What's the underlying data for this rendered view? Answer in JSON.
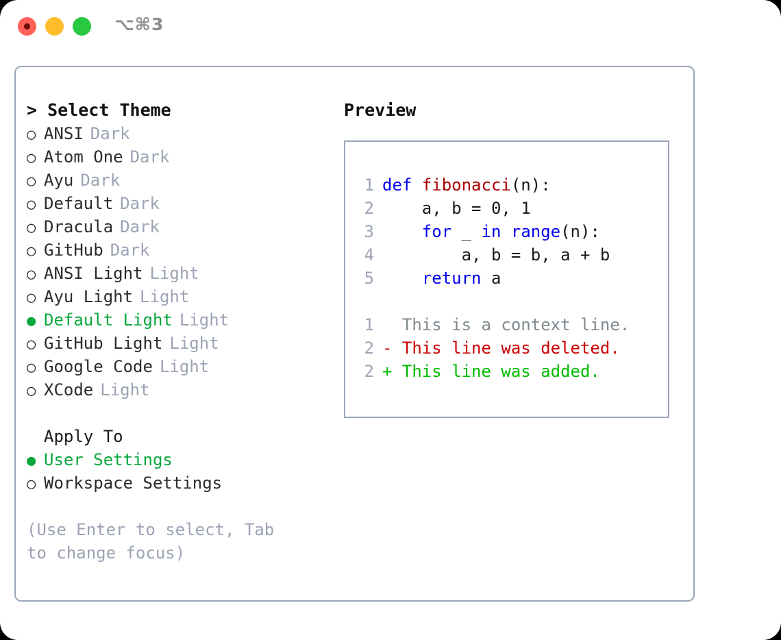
{
  "titlebar": {
    "lights": [
      {
        "name": "close-button",
        "color": "#ff6058"
      },
      {
        "name": "minimize-button",
        "color": "#ffbd2e"
      },
      {
        "name": "maximize-button",
        "color": "#28c840"
      }
    ],
    "shortcut": "⌥⌘3"
  },
  "left": {
    "title": "> Select Theme",
    "selection_marker": "●",
    "unselected_marker": "○",
    "themes": [
      {
        "name": "ANSI",
        "tag": "Dark",
        "selected": false
      },
      {
        "name": "Atom One",
        "tag": "Dark",
        "selected": false
      },
      {
        "name": "Ayu",
        "tag": "Dark",
        "selected": false
      },
      {
        "name": "Default",
        "tag": "Dark",
        "selected": false
      },
      {
        "name": "Dracula",
        "tag": "Dark",
        "selected": false
      },
      {
        "name": "GitHub",
        "tag": "Dark",
        "selected": false
      },
      {
        "name": "ANSI Light",
        "tag": "Light",
        "selected": false
      },
      {
        "name": "Ayu Light",
        "tag": "Light",
        "selected": false
      },
      {
        "name": "Default Light",
        "tag": "Light",
        "selected": true
      },
      {
        "name": "GitHub Light",
        "tag": "Light",
        "selected": false
      },
      {
        "name": "Google Code",
        "tag": "Light",
        "selected": false
      },
      {
        "name": "XCode",
        "tag": "Light",
        "selected": false
      }
    ],
    "apply_to": {
      "title": "Apply To",
      "options": [
        {
          "name": "User Settings",
          "selected": true
        },
        {
          "name": "Workspace Settings",
          "selected": false
        }
      ]
    },
    "hint": "(Use Enter to select, Tab to change focus)"
  },
  "right": {
    "title": "Preview",
    "code_lines": [
      {
        "num": "1",
        "parts": [
          {
            "t": "def ",
            "c": "kw"
          },
          {
            "t": "fibonacci",
            "c": "fn"
          },
          {
            "t": "(n):",
            "c": "txt"
          }
        ]
      },
      {
        "num": "2",
        "parts": [
          {
            "t": "    a, b = 0, 1",
            "c": "txt"
          }
        ]
      },
      {
        "num": "3",
        "parts": [
          {
            "t": "    ",
            "c": "txt"
          },
          {
            "t": "for",
            "c": "kw"
          },
          {
            "t": " _ ",
            "c": "txt"
          },
          {
            "t": "in range",
            "c": "kw"
          },
          {
            "t": "(n):",
            "c": "txt"
          }
        ]
      },
      {
        "num": "4",
        "parts": [
          {
            "t": "        a, b = b, a + b",
            "c": "txt"
          }
        ]
      },
      {
        "num": "5",
        "parts": [
          {
            "t": "    ",
            "c": "txt"
          },
          {
            "t": "return",
            "c": "kw"
          },
          {
            "t": " a",
            "c": "txt"
          }
        ]
      }
    ],
    "diff_lines": [
      {
        "num": "1",
        "text": "  This is a context line.",
        "kind": "ctx"
      },
      {
        "num": "2",
        "text": "- This line was deleted.",
        "kind": "del"
      },
      {
        "num": "2",
        "text": "+ This line was added.",
        "kind": "add"
      }
    ]
  },
  "colors": {
    "border": "#9ba6ba",
    "accent_green": "#0aa83c",
    "muted": "#9ba3b4",
    "keyword_blue": "#0000ee",
    "function_red": "#aa0000",
    "diff_delete": "#cc0000",
    "diff_add": "#00bb00"
  }
}
